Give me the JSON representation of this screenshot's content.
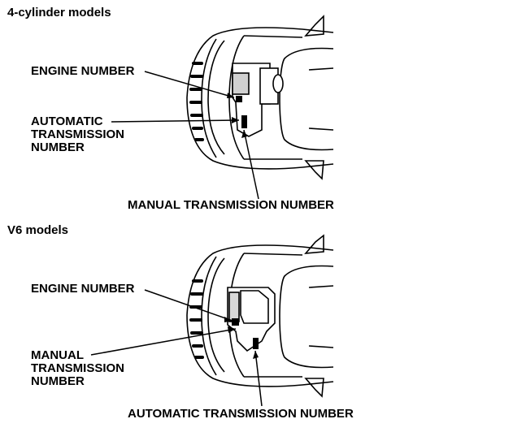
{
  "sections": [
    {
      "heading": "4-cylinder models",
      "labels": {
        "engine": "ENGINE NUMBER",
        "left_lower": [
          "AUTOMATIC",
          "TRANSMISSION",
          "NUMBER"
        ],
        "bottom": "MANUAL TRANSMISSION NUMBER"
      }
    },
    {
      "heading": "V6 models",
      "labels": {
        "engine": "ENGINE NUMBER",
        "left_lower": [
          "MANUAL",
          "TRANSMISSION",
          "NUMBER"
        ],
        "bottom": "AUTOMATIC TRANSMISSION NUMBER"
      }
    }
  ]
}
